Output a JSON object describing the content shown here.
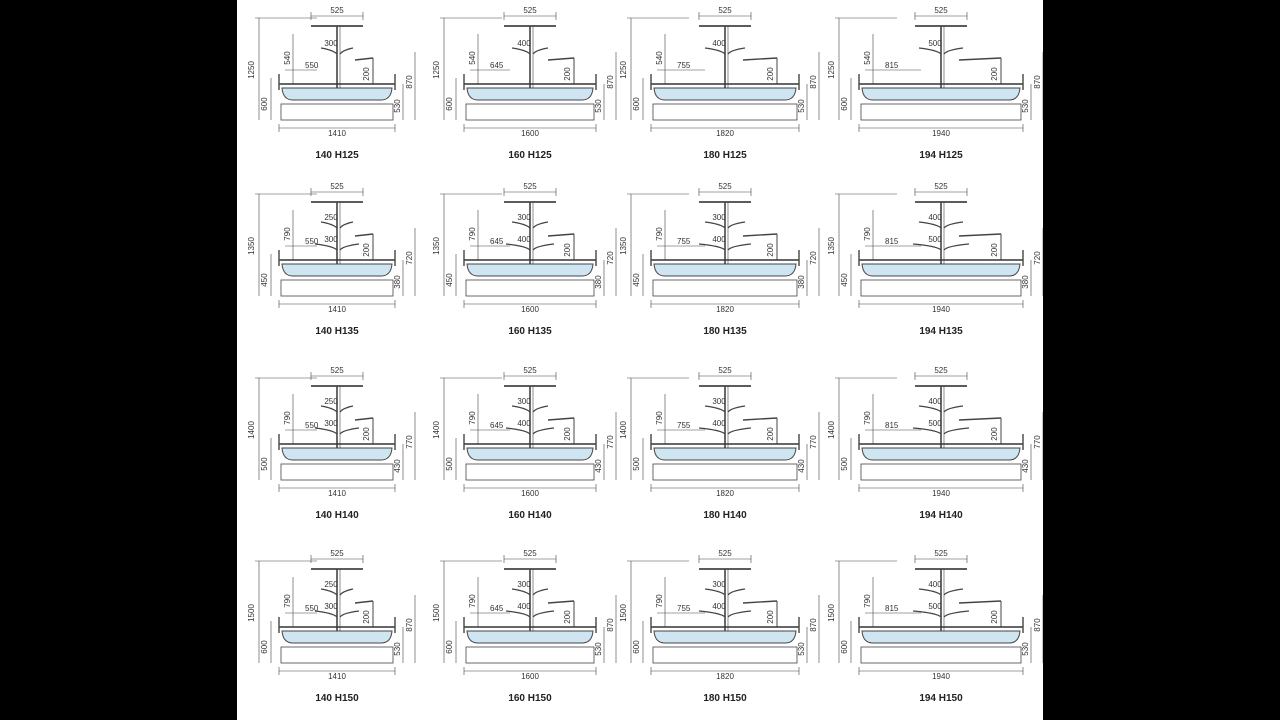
{
  "colors": {
    "background": "#000000",
    "sheet": "#ffffff",
    "line": "#444444",
    "tray_fill": "#cfe6f2",
    "text": "#222222"
  },
  "top_shelf_width": "525",
  "grid": [
    {
      "row": "H125",
      "height": "1250",
      "depth": "600",
      "edge": "870",
      "tub": "530",
      "lower": "540",
      "shelf_gap": "200",
      "cells": [
        {
          "label": "140 H125",
          "width": "1410",
          "base_shelf": "550",
          "shelves": [
            "300"
          ]
        },
        {
          "label": "160 H125",
          "width": "1600",
          "base_shelf": "645",
          "shelves": [
            "400"
          ]
        },
        {
          "label": "180 H125",
          "width": "1820",
          "base_shelf": "755",
          "shelves": [
            "400"
          ]
        },
        {
          "label": "194 H125",
          "width": "1940",
          "base_shelf": "815",
          "shelves": [
            "500"
          ]
        }
      ]
    },
    {
      "row": "H135",
      "height": "1350",
      "depth": "450",
      "edge": "720",
      "tub": "380",
      "lower": "790",
      "shelf_gap": "200",
      "cells": [
        {
          "label": "140 H135",
          "width": "1410",
          "base_shelf": "550",
          "shelves": [
            "250",
            "300"
          ]
        },
        {
          "label": "160 H135",
          "width": "1600",
          "base_shelf": "645",
          "shelves": [
            "300",
            "400"
          ]
        },
        {
          "label": "180 H135",
          "width": "1820",
          "base_shelf": "755",
          "shelves": [
            "300",
            "400"
          ]
        },
        {
          "label": "194 H135",
          "width": "1940",
          "base_shelf": "815",
          "shelves": [
            "400",
            "500"
          ]
        }
      ]
    },
    {
      "row": "H140",
      "height": "1400",
      "depth": "500",
      "edge": "770",
      "tub": "430",
      "lower": "790",
      "shelf_gap": "200",
      "cells": [
        {
          "label": "140 H140",
          "width": "1410",
          "base_shelf": "550",
          "shelves": [
            "250",
            "300"
          ]
        },
        {
          "label": "160 H140",
          "width": "1600",
          "base_shelf": "645",
          "shelves": [
            "300",
            "400"
          ]
        },
        {
          "label": "180 H140",
          "width": "1820",
          "base_shelf": "755",
          "shelves": [
            "300",
            "400"
          ]
        },
        {
          "label": "194 H140",
          "width": "1940",
          "base_shelf": "815",
          "shelves": [
            "400",
            "500"
          ]
        }
      ]
    },
    {
      "row": "H150",
      "height": "1500",
      "depth": "600",
      "edge": "870",
      "tub": "530",
      "lower": "790",
      "shelf_gap": "200",
      "cells": [
        {
          "label": "140 H150",
          "width": "1410",
          "base_shelf": "550",
          "shelves": [
            "250",
            "300"
          ]
        },
        {
          "label": "160 H150",
          "width": "1600",
          "base_shelf": "645",
          "shelves": [
            "300",
            "400"
          ]
        },
        {
          "label": "180 H150",
          "width": "1820",
          "base_shelf": "755",
          "shelves": [
            "300",
            "400"
          ]
        },
        {
          "label": "194 H150",
          "width": "1940",
          "base_shelf": "815",
          "shelves": [
            "400",
            "500"
          ]
        }
      ]
    }
  ]
}
